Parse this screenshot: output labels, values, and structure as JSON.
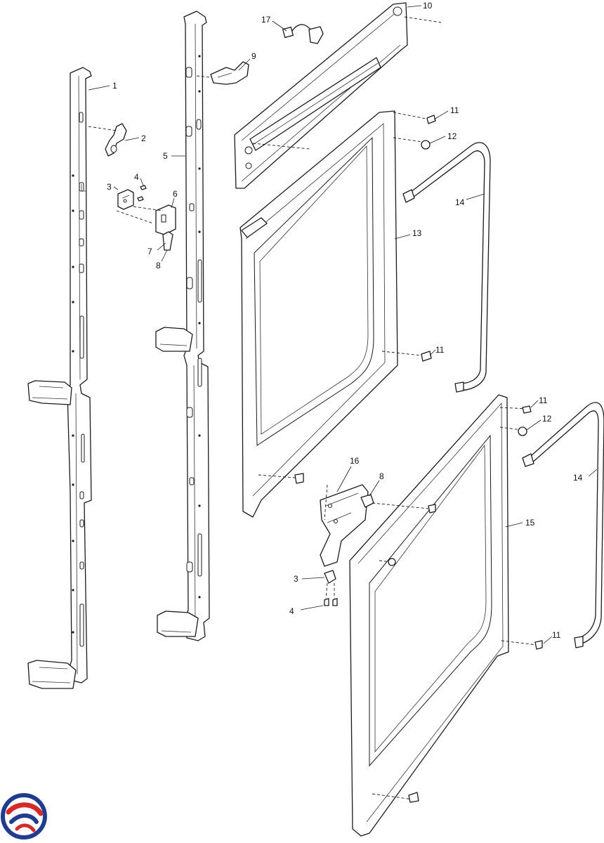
{
  "colors": {
    "line": "#1a1a1a",
    "background": "#ffffff",
    "logo_blue": "#1f3c8f",
    "logo_red": "#d42a2a"
  },
  "icons": {
    "logo": "brand-swirl-logo-icon"
  },
  "callouts": [
    {
      "id": "c1",
      "label": "1"
    },
    {
      "id": "c2",
      "label": "2"
    },
    {
      "id": "c3",
      "label": "3"
    },
    {
      "id": "c4",
      "label": "4"
    },
    {
      "id": "c5",
      "label": "5"
    },
    {
      "id": "c6",
      "label": "6"
    },
    {
      "id": "c7",
      "label": "7"
    },
    {
      "id": "c8",
      "label": "8"
    },
    {
      "id": "c9",
      "label": "9"
    },
    {
      "id": "c10",
      "label": "10"
    },
    {
      "id": "c11a",
      "label": "11"
    },
    {
      "id": "c12a",
      "label": "12"
    },
    {
      "id": "c13",
      "label": "13"
    },
    {
      "id": "c14a",
      "label": "14"
    },
    {
      "id": "c17",
      "label": "17"
    },
    {
      "id": "c11b",
      "label": "11"
    },
    {
      "id": "c11c",
      "label": "11"
    },
    {
      "id": "c12b",
      "label": "12"
    },
    {
      "id": "c14b",
      "label": "14"
    },
    {
      "id": "c16",
      "label": "16"
    },
    {
      "id": "c8b",
      "label": "8"
    },
    {
      "id": "c15",
      "label": "15"
    },
    {
      "id": "c3b",
      "label": "3"
    },
    {
      "id": "c4b",
      "label": "4"
    },
    {
      "id": "c11d",
      "label": "11"
    }
  ]
}
